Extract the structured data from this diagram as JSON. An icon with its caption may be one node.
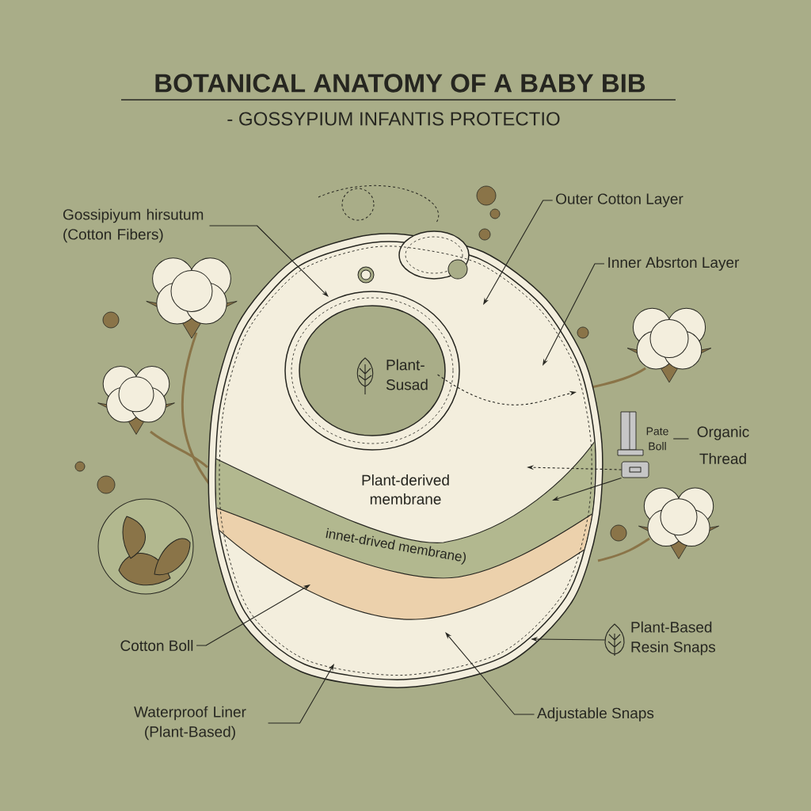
{
  "diagram": {
    "title": "BOTANICAL ANATOMY OF A BABY BIB",
    "nodes": [
      {
        "text": [
          "Gossipiyum hirsutum (Cotton Fibers)"
        ]
      },
      {
        "text": [
          "Outer Cotton Layer"
        ]
      },
      {
        "text": [
          "Inner Absrton Layer"
        ]
      },
      {
        "text": [
          "Plant- Susad"
        ]
      },
      {
        "text": [
          "Pate Boll"
        ]
      },
      {
        "text": [
          "Organic Thread"
        ]
      },
      {
        "text": [],
        "shape": "picture"
      },
      {
        "text": [
          "Cotton Boll"
        ]
      },
      {
        "text": [
          "Waterproof Liner (Plant-Based)"
        ]
      },
      {
        "text": [
          "Adjustable Snaps"
        ]
      },
      {
        "text": [
          "Plant-Based Resin Snaps"
        ]
      },
      {
        "text": [
          "innet-drived membrane)"
        ]
      },
      {
        "text": [],
        "shape": "picture"
      }
    ],
    "edges": [
      {
        "from": 0,
        "to": null,
        "arrow": "to"
      },
      {
        "from": 1,
        "to": null,
        "arrow": "to"
      },
      {
        "from": 2,
        "to": null,
        "arrow": "to"
      },
      {
        "from": 3,
        "to": null,
        "arrow": "to",
        "style": "dashed"
      },
      {
        "from": 4,
        "to": 5,
        "arrow": "none"
      },
      {
        "from": 6,
        "to": null,
        "arrow": "to",
        "style": "dashed"
      },
      {
        "from": 6,
        "to": 11,
        "arrow": "to"
      },
      {
        "from": 7,
        "to": 11,
        "arrow": "to"
      },
      {
        "from": 8,
        "to": null,
        "arrow": "to"
      },
      {
        "from": 9,
        "to": null,
        "arrow": "to"
      },
      {
        "from": 12,
        "to": null,
        "arrow": "to"
      }
    ],
    "labels": [
      "- GOSSYPIUM INFANTIS PROTECTIO",
      "Plant-derived membrane"
    ]
  }
}
